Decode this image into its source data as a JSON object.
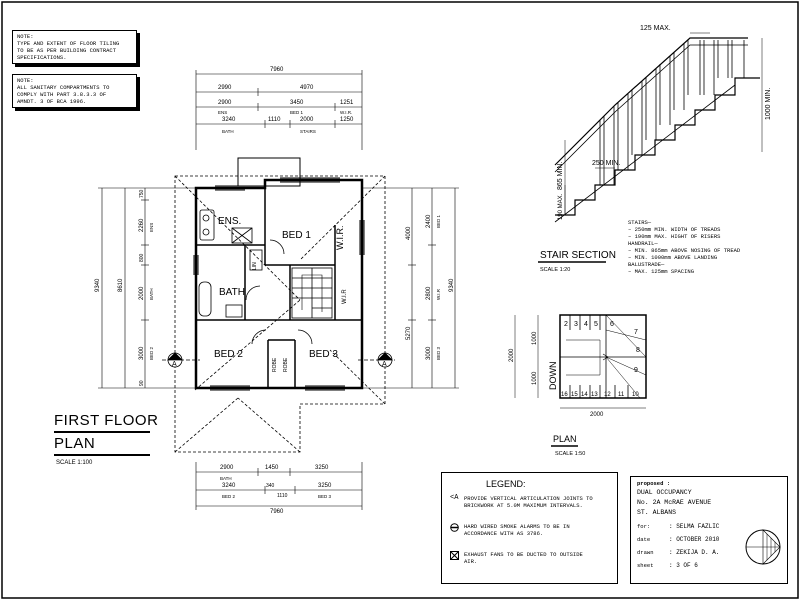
{
  "notes": {
    "note1": {
      "head": "NOTE:",
      "lines": [
        "TYPE AND EXTENT OF FLOOR TILING",
        "TO BE AS PER BUILDING CONTRACT",
        "SPECIFICATIONS."
      ]
    },
    "note2": {
      "head": "NOTE:",
      "lines": [
        "ALL SANITARY COMPARTMENTS TO",
        "COMPLY WITH PART 3.8.3.3 OF",
        "AMNDT. 3 OF BCA 1996."
      ]
    }
  },
  "plan": {
    "title_line1": "FIRST FLOOR",
    "title_line2": "PLAN",
    "scale": "SCALE 1:100",
    "rooms": {
      "ens": "ENS.",
      "bed1": "BED 1",
      "wir": "W.I.R.",
      "bath": "BATH",
      "bed2": "BED 2",
      "bed3": "BED 3",
      "wir2": "W.I.R",
      "robe1": "ROBE",
      "robe2": "ROBE",
      "lin": "LIN"
    },
    "section_marker": "A",
    "top_dims": {
      "overall": "7960",
      "row1": [
        "2990",
        "4970"
      ],
      "row2": [
        "2900",
        "3450",
        "1251"
      ],
      "row2_labels": [
        "ENS",
        "BED 1",
        "W.I.R."
      ],
      "row3": [
        "3240",
        "1110",
        "2000",
        "1250"
      ],
      "row3_labels": [
        "BATH",
        "STAIRS"
      ]
    },
    "bottom_dims": {
      "overall": "7960",
      "row1": [
        "2900",
        "1450",
        "3250"
      ],
      "row1_labels": [
        "BATH"
      ],
      "row2": [
        "3240",
        "340",
        "1110",
        "3250"
      ],
      "row2_labels": [
        "BED 2",
        "BED 3"
      ]
    },
    "left_dims": {
      "overall": "9340",
      "inner": "8610",
      "parts": [
        "750",
        "2260",
        "800",
        "2000",
        "3000",
        "90"
      ],
      "labels": [
        "ENS",
        "BATH",
        "BED 2"
      ]
    },
    "right_dims": {
      "overall": "9340",
      "inner": "8610",
      "parts": [
        "4000",
        "2400",
        "2800",
        "5270",
        "3000"
      ],
      "labels": [
        "BED 1",
        "W.I.R",
        "BED 3"
      ]
    }
  },
  "stair_section": {
    "title": "STAIR SECTION",
    "scale": "SCALE 1:20",
    "dims": {
      "top": "125 MAX.",
      "right": "1000 MIN.",
      "left": "865 MIN.",
      "tread": "250 MIN.",
      "riser": "190 MAX."
    },
    "spec": [
      "STAIRS—",
      "– 250mm MIN. WIDTH OF TREADS",
      "– 190mm MAX. HIGHT OF RISERS",
      "HANDRAIL—",
      "– MIN. 865mm ABOVE NOSING OF TREAD",
      "– MIN. 1000mm ABOVE LANDING",
      "BALUSTRADE—",
      "– MAX. 125mm SPACING"
    ]
  },
  "stair_plan": {
    "title": "PLAN",
    "scale": "SCALE 1:50",
    "down_label": "DOWN",
    "numbers_top": [
      "2",
      "3",
      "4",
      "5",
      "6"
    ],
    "numbers_right": [
      "7",
      "8",
      "9"
    ],
    "numbers_bottom": [
      "16",
      "15",
      "14",
      "13",
      "12",
      "11",
      "10"
    ],
    "dim_bottom": "2000",
    "dim_left": [
      "2000",
      "1000",
      "1000"
    ]
  },
  "legend": {
    "title": "LEGEND:",
    "items": [
      {
        "symbol": "<A",
        "text": "PROVIDE VERTICAL ARTICULATION JOINTS TO BRICKWORK AT 5.0M MAXIMUM INTERVALS."
      },
      {
        "symbol": "smoke",
        "text": "HARD WIRED SMOKE ALARMS TO BE IN ACCORDANCE WITH AS 3786."
      },
      {
        "symbol": "fan",
        "text": "EXHAUST FANS TO BE DUCTED TO OUTSIDE AIR."
      }
    ]
  },
  "title_block": {
    "proposed": "proposed :",
    "project": [
      "DUAL OCCUPANCY",
      "No. 2A McRAE AVENUE",
      "ST. ALBANS"
    ],
    "for_label": "for:",
    "for_value": ": SELMA FAZLIC",
    "date_label": "date",
    "date_value": ": OCTOBER 2010",
    "drawn_label": "drawn",
    "drawn_value": ": ZEKIJA D. A.",
    "sheet_label": "sheet",
    "sheet_value": ": 3 OF 6"
  }
}
